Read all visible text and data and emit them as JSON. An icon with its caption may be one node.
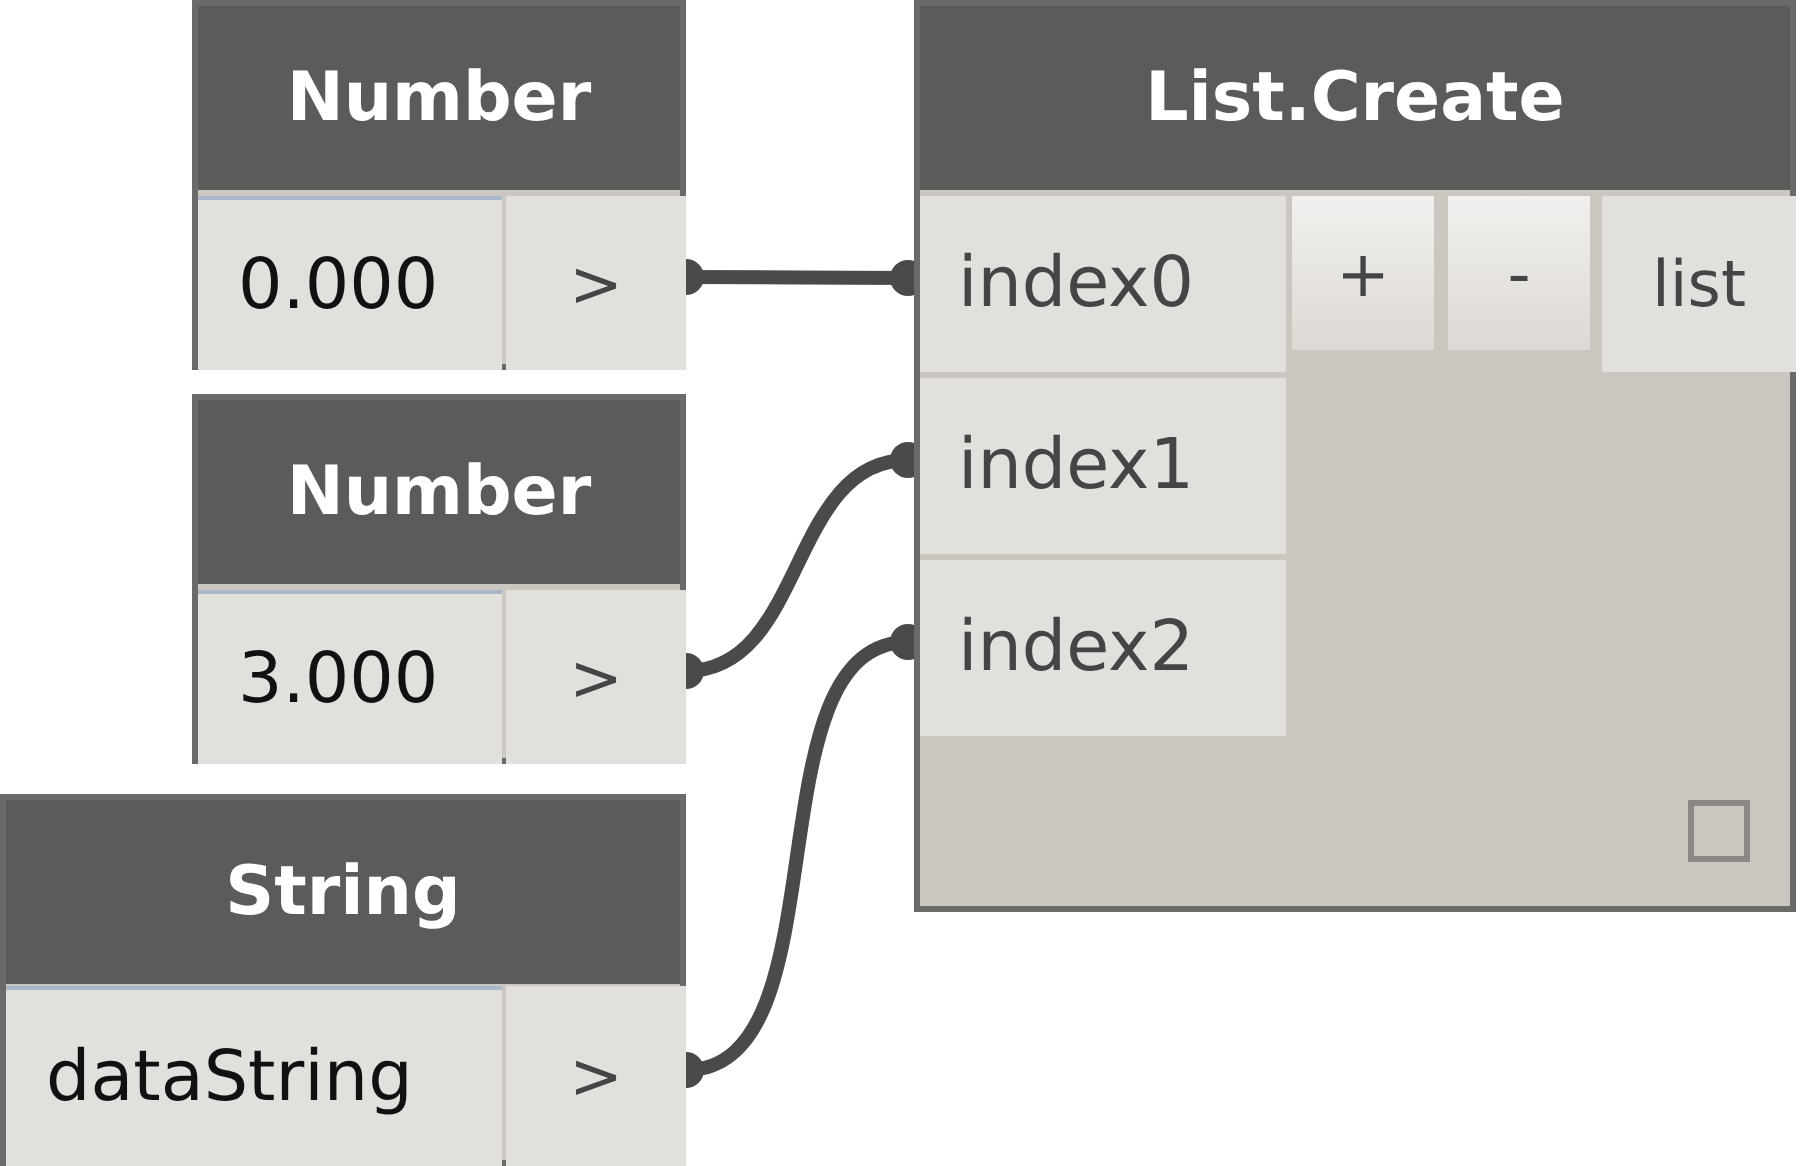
{
  "diagram": {
    "nodes": [
      {
        "text": [
          "Number"
        ]
      },
      {
        "text": [
          "0.000"
        ],
        "in": 0
      },
      {
        "text": [
          ">"
        ],
        "in": 0
      },
      {
        "text": [
          "Number"
        ]
      },
      {
        "text": [
          "3.000"
        ],
        "in": 3
      },
      {
        "text": [
          ">"
        ],
        "in": 3
      },
      {
        "text": [
          "String"
        ]
      },
      {
        "text": [
          "dataString"
        ],
        "in": 6
      },
      {
        "text": [
          ">"
        ],
        "in": 6
      },
      {
        "text": [
          "List.Create"
        ]
      },
      {
        "text": [
          "index0"
        ],
        "in": 9
      },
      {
        "text": [
          "+"
        ],
        "in": 9
      },
      {
        "text": [
          "-"
        ],
        "in": 9
      },
      {
        "text": [
          "list"
        ],
        "in": 9
      },
      {
        "text": [
          "index1"
        ],
        "in": 9
      },
      {
        "text": [
          "index2"
        ],
        "in": 9
      },
      {
        "text": [],
        "shape": "box",
        "in": 9
      }
    ],
    "edges": [
      {
        "from": 2,
        "to": 10,
        "arrow": "other"
      },
      {
        "from": 5,
        "to": 14,
        "arrow": "other"
      },
      {
        "from": 8,
        "to": 15,
        "arrow": "other"
      }
    ]
  }
}
